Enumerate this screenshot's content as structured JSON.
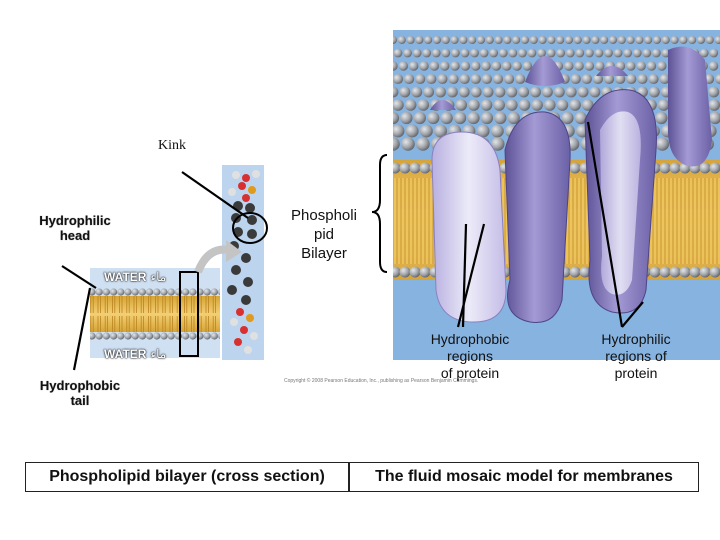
{
  "labels": {
    "kink": "Kink",
    "hydrophilic_head": "Hydrophilic head",
    "phospholipid_bilayer": [
      "Phospholi",
      "pid",
      "Bilayer"
    ],
    "water_top": "WATER",
    "water_bottom": "WATER",
    "water_arabic": "ماء",
    "hydrophobic_tail": "Hydrophobic tail",
    "hydrophobic_regions": [
      "Hydrophobic",
      "regions",
      "of protein"
    ],
    "hydrophilic_regions": [
      "Hydrophilic",
      "regions of",
      "protein"
    ]
  },
  "captions": {
    "left": "Phospholipid bilayer (cross section)",
    "right": "The fluid mosaic model for membranes"
  },
  "copyright": "Copyright © 2008 Pearson Education, Inc., publishing as Pearson Benjamin Cummings.",
  "colors": {
    "head": "#9fa3a8",
    "tail": "#e8b84a",
    "protein": "#8c82c0",
    "protein_light": "#d6d0ee",
    "background_blue": "#87b3e0",
    "water_blue": "#b9d3ee"
  }
}
